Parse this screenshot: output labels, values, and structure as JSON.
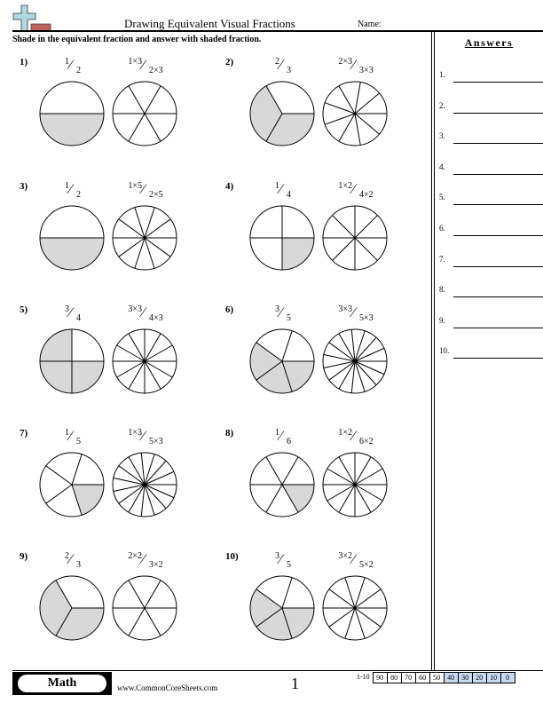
{
  "header": {
    "title": "Drawing Equivalent Visual Fractions",
    "name_label": "Name:",
    "instructions": "Shade in the equivalent fraction and answer with shaded fraction."
  },
  "logo": {
    "icon": "plus-and-minus-logo-icon",
    "plus_color": "#b0d8e0",
    "minus_color": "#c06060"
  },
  "answers": {
    "title": "Answers",
    "items": [
      "1.",
      "2.",
      "3.",
      "4.",
      "5.",
      "6.",
      "7.",
      "8.",
      "9.",
      "10."
    ]
  },
  "problems": [
    {
      "label": "1)",
      "frac": {
        "num": "1",
        "den": "2"
      },
      "equiv": {
        "num": "1×3",
        "den": "2×3"
      },
      "parts": 2,
      "shaded": 1,
      "equiv_parts": 6
    },
    {
      "label": "2)",
      "frac": {
        "num": "2",
        "den": "3"
      },
      "equiv": {
        "num": "2×3",
        "den": "3×3"
      },
      "parts": 3,
      "shaded": 2,
      "equiv_parts": 9
    },
    {
      "label": "3)",
      "frac": {
        "num": "1",
        "den": "2"
      },
      "equiv": {
        "num": "1×5",
        "den": "2×5"
      },
      "parts": 2,
      "shaded": 1,
      "equiv_parts": 10
    },
    {
      "label": "4)",
      "frac": {
        "num": "1",
        "den": "4"
      },
      "equiv": {
        "num": "1×2",
        "den": "4×2"
      },
      "parts": 4,
      "shaded": 1,
      "equiv_parts": 8
    },
    {
      "label": "5)",
      "frac": {
        "num": "3",
        "den": "4"
      },
      "equiv": {
        "num": "3×3",
        "den": "4×3"
      },
      "parts": 4,
      "shaded": 3,
      "equiv_parts": 12
    },
    {
      "label": "6)",
      "frac": {
        "num": "3",
        "den": "5"
      },
      "equiv": {
        "num": "3×3",
        "den": "5×3"
      },
      "parts": 5,
      "shaded": 3,
      "equiv_parts": 15
    },
    {
      "label": "7)",
      "frac": {
        "num": "1",
        "den": "5"
      },
      "equiv": {
        "num": "1×3",
        "den": "5×3"
      },
      "parts": 5,
      "shaded": 1,
      "equiv_parts": 15
    },
    {
      "label": "8)",
      "frac": {
        "num": "1",
        "den": "6"
      },
      "equiv": {
        "num": "1×2",
        "den": "6×2"
      },
      "parts": 6,
      "shaded": 1,
      "equiv_parts": 12
    },
    {
      "label": "9)",
      "frac": {
        "num": "2",
        "den": "3"
      },
      "equiv": {
        "num": "2×2",
        "den": "3×2"
      },
      "parts": 3,
      "shaded": 2,
      "equiv_parts": 6
    },
    {
      "label": "10)",
      "frac": {
        "num": "3",
        "den": "5"
      },
      "equiv": {
        "num": "3×2",
        "den": "5×2"
      },
      "parts": 5,
      "shaded": 3,
      "equiv_parts": 10
    }
  ],
  "colors": {
    "shade": "#d8d8d8",
    "stroke": "#000000",
    "score_blue": "#c6d9f1"
  },
  "footer": {
    "subject": "Math",
    "website": "www.CommonCoreSheets.com",
    "page": "1",
    "score_label": "1-10",
    "scores": [
      "90",
      "80",
      "70",
      "60",
      "50",
      "40",
      "30",
      "20",
      "10",
      "0"
    ],
    "blue_from_index": 5
  }
}
